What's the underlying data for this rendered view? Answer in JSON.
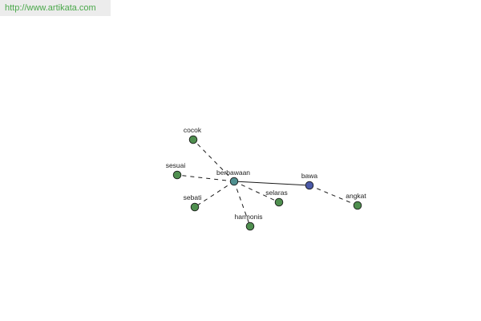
{
  "watermark": {
    "url": "http://www.artikata.com"
  },
  "diagram": {
    "nodes": [
      {
        "id": "berbawaan",
        "label": "berbawaan",
        "color": "#4f8f8f",
        "role": "center"
      },
      {
        "id": "bawa",
        "label": "bawa",
        "color": "#4b5aa8",
        "role": "hub"
      },
      {
        "id": "cocok",
        "label": "cocok",
        "color": "#4f8f4f",
        "role": "leaf"
      },
      {
        "id": "sesuai",
        "label": "sesuai",
        "color": "#4f8f4f",
        "role": "leaf"
      },
      {
        "id": "sebati",
        "label": "sebati",
        "color": "#4f8f4f",
        "role": "leaf"
      },
      {
        "id": "harmonis",
        "label": "harmonis",
        "color": "#4f8f4f",
        "role": "leaf"
      },
      {
        "id": "selaras",
        "label": "selaras",
        "color": "#4f8f4f",
        "role": "leaf"
      },
      {
        "id": "angkat",
        "label": "angkat",
        "color": "#4f8f4f",
        "role": "leaf"
      }
    ],
    "edges": [
      {
        "from": "berbawaan",
        "to": "bawa",
        "style": "solid"
      },
      {
        "from": "berbawaan",
        "to": "cocok",
        "style": "dashed"
      },
      {
        "from": "berbawaan",
        "to": "sesuai",
        "style": "dashed"
      },
      {
        "from": "berbawaan",
        "to": "sebati",
        "style": "dashed"
      },
      {
        "from": "berbawaan",
        "to": "harmonis",
        "style": "dashed"
      },
      {
        "from": "berbawaan",
        "to": "selaras",
        "style": "dashed"
      },
      {
        "from": "bawa",
        "to": "angkat",
        "style": "dashed"
      }
    ]
  }
}
